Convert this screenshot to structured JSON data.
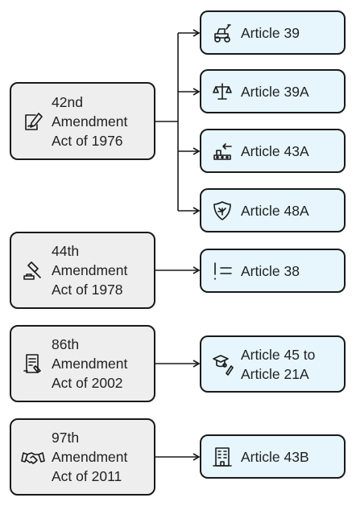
{
  "amendments": [
    {
      "lines": [
        "42nd",
        "Amendment",
        "Act of 1976"
      ],
      "icon": "document-pen-icon",
      "articles": [
        {
          "label": "Article 39",
          "icon": "tractor-icon"
        },
        {
          "label": "Article 39A",
          "icon": "scales-icon"
        },
        {
          "label": "Article 43A",
          "icon": "factory-conveyor-icon"
        },
        {
          "label": "Article 48A",
          "icon": "shield-leaf-icon"
        }
      ]
    },
    {
      "lines": [
        "44th",
        "Amendment",
        "Act of 1978"
      ],
      "icon": "gavel-icon",
      "articles": [
        {
          "label": "Article 38",
          "icon": "exclamation-list-icon"
        }
      ]
    },
    {
      "lines": [
        "86th",
        "Amendment",
        "Act of 2002"
      ],
      "icon": "certificate-icon",
      "articles": [
        {
          "label_lines": [
            "Article 45 to",
            "Article 21A"
          ],
          "icon": "education-tools-icon"
        }
      ]
    },
    {
      "lines": [
        "97th",
        "Amendment",
        "Act of 2011"
      ],
      "icon": "handshake-icon",
      "articles": [
        {
          "label": "Article 43B",
          "icon": "building-icon"
        }
      ]
    }
  ],
  "colors": {
    "amendment_fill": "#eeeeee",
    "article_fill": "#e6f6fc",
    "stroke": "#1a1a1a"
  }
}
